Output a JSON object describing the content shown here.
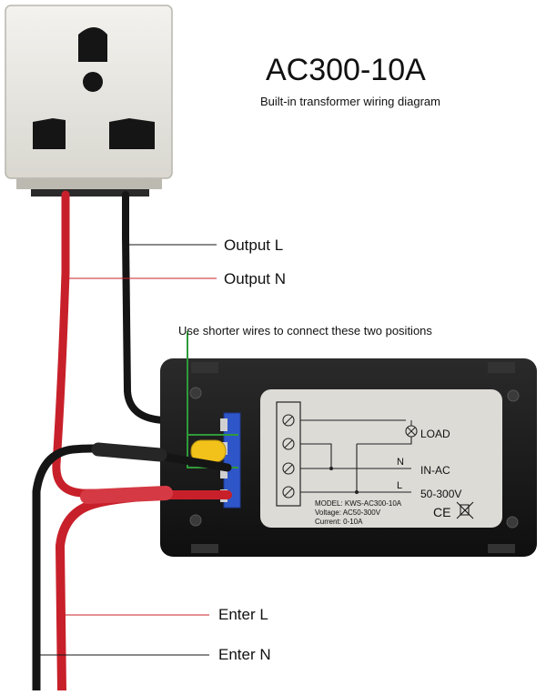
{
  "title": "AC300-10A",
  "subtitle": "Built-in transformer wiring diagram",
  "labels": {
    "output_l": "Output L",
    "output_n": "Output N",
    "note": "Use shorter wires to connect these two positions",
    "enter_l": "Enter L",
    "enter_n": "Enter N"
  },
  "module": {
    "load_label": "LOAD",
    "n_label": "N",
    "in_ac_label": "IN-AC",
    "l_label": "L",
    "voltage_range": "50-300V",
    "model_line": "MODEL: KWS-AC300-10A",
    "voltage_line": "Voltage: AC50-300V",
    "current_line": "Current: 0-10A",
    "ce_mark": "CE"
  },
  "colors": {
    "wire_red": "#c8202a",
    "wire_black": "#151515",
    "socket_body": "#e6e4de",
    "module_body": "#161616",
    "label_panel": "#dddbd6",
    "terminal_blue": "#2e56c8",
    "capacitor_yellow": "#f2c21a",
    "highlight_green": "#2f9a3a"
  }
}
